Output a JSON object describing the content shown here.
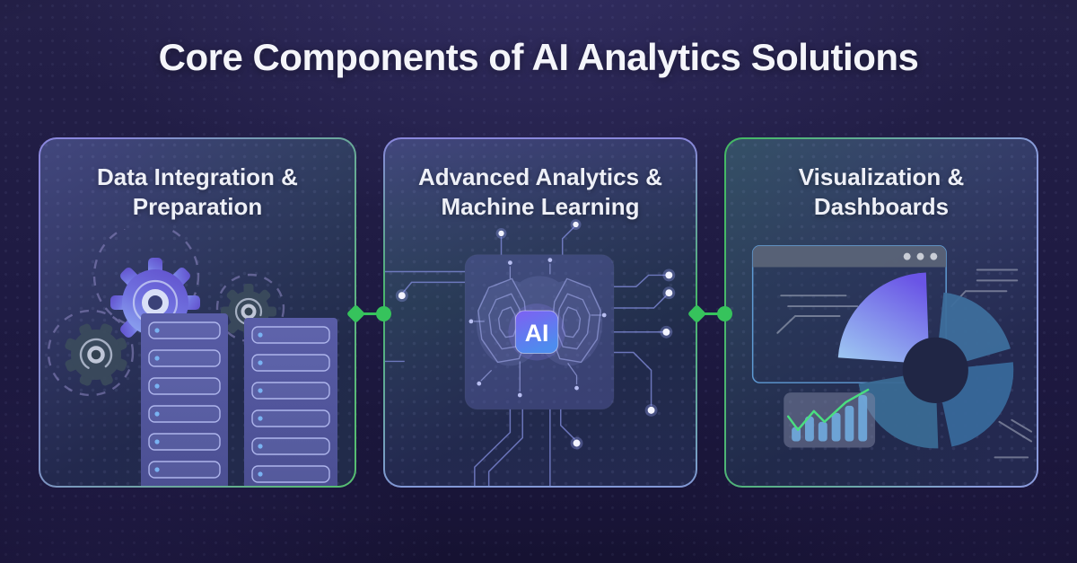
{
  "title": "Core Components of AI Analytics Solutions",
  "cards": [
    {
      "line1": "Data Integration &",
      "line2": "Preparation",
      "icon": "gears-and-server-racks"
    },
    {
      "line1": "Advanced Analytics &",
      "line2": "Machine Learning",
      "icon": "ai-brain-chip",
      "chip_label": "AI"
    },
    {
      "line1": "Visualization &",
      "line2": "Dashboards",
      "icon": "dashboard-charts"
    }
  ],
  "colors": {
    "connector_green": "#36c35c",
    "border_purple": "#8a87dd",
    "border_green": "#45b966",
    "chip_gradient_start": "#7e60f2",
    "chip_gradient_end": "#4e8cee",
    "steel_blue_slice": "#3d6e9c",
    "trend_line_green": "#4ade80",
    "background_navy": "#1e1a42"
  }
}
